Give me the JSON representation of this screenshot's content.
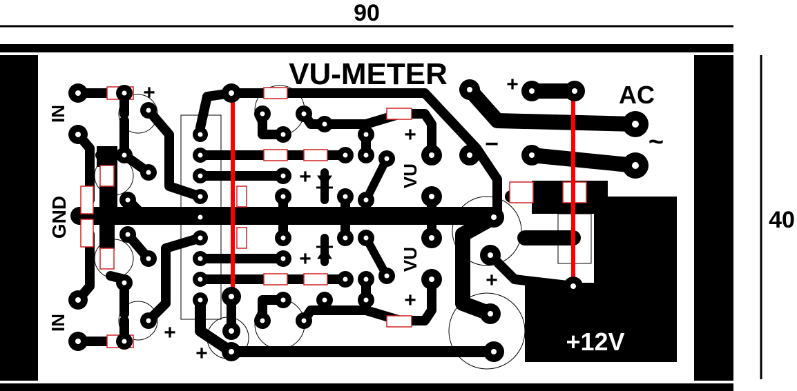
{
  "dimensions": {
    "width_label": "90",
    "height_label": "40"
  },
  "title": "VU-METER",
  "labels": {
    "ac": "AC",
    "tilde": "~",
    "gnd": "GND",
    "in_top": "IN",
    "in_bottom": "IN",
    "vu_top": "VU",
    "vu_bottom": "VU",
    "supply": "+12V",
    "plus": "+",
    "minus": "−"
  },
  "colors": {
    "copper": "#000000",
    "jumper": "#ff0000",
    "background": "#ffffff",
    "silkscreen": "#000000"
  }
}
